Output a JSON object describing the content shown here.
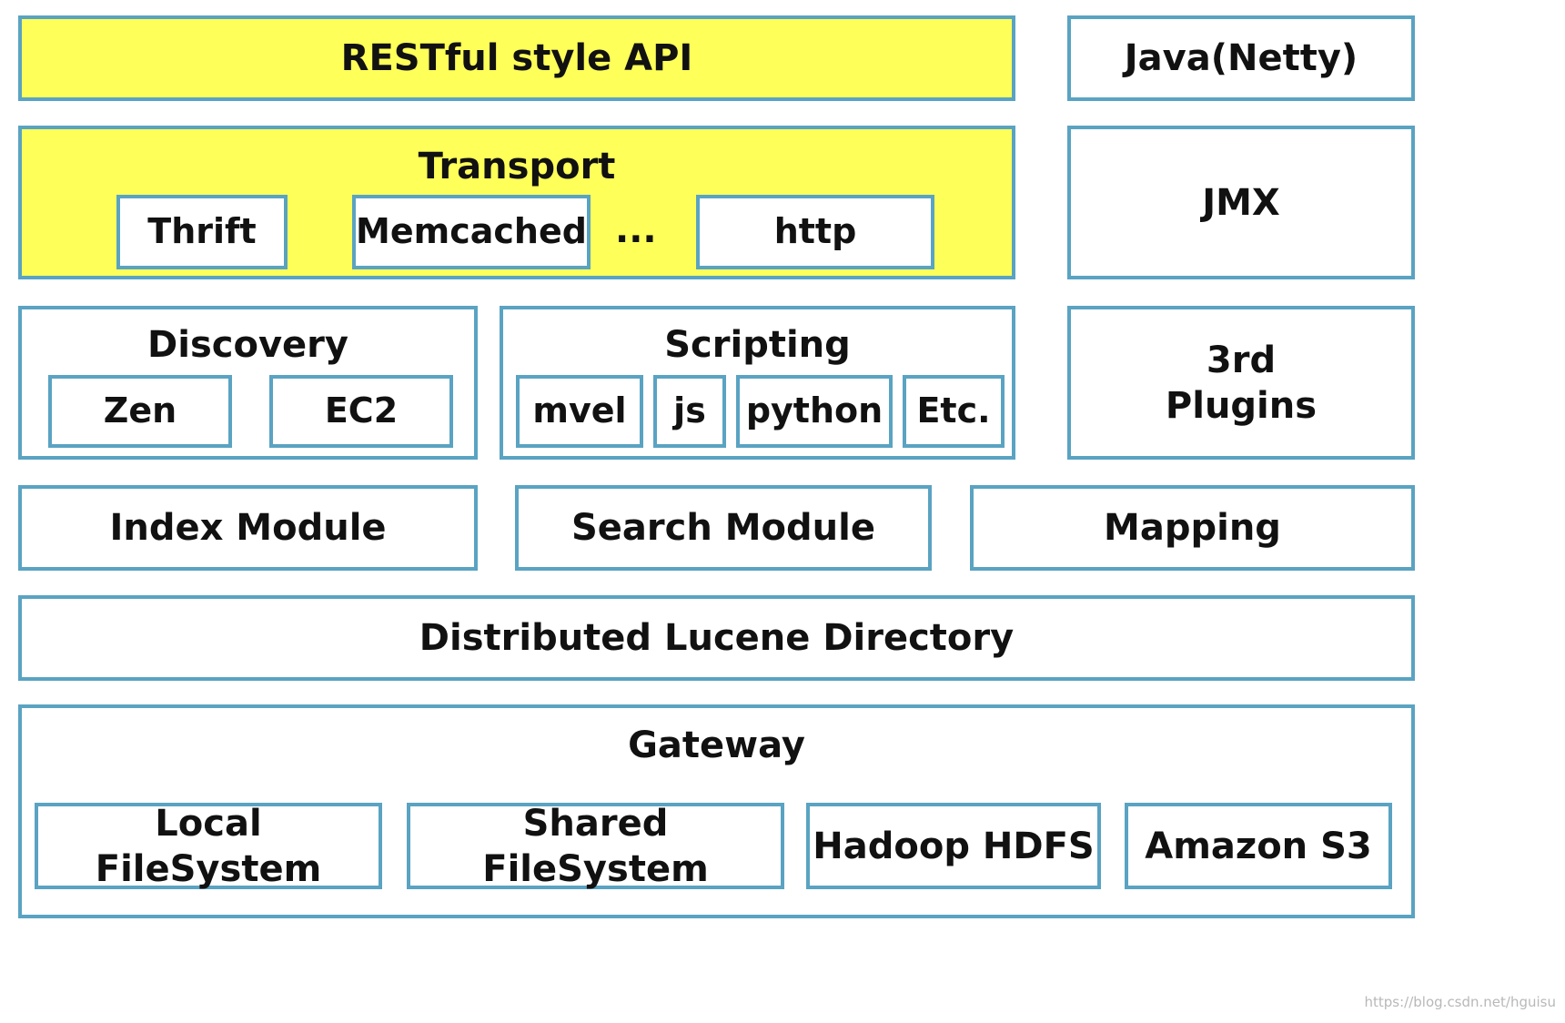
{
  "restful_api": "RESTful style API",
  "java_netty": "Java(Netty)",
  "transport": {
    "title": "Transport",
    "items": [
      "Thrift",
      "Memcached",
      "http"
    ],
    "ellipsis": "..."
  },
  "jmx": "JMX",
  "discovery": {
    "title": "Discovery",
    "items": [
      "Zen",
      "EC2"
    ]
  },
  "scripting": {
    "title": "Scripting",
    "items": [
      "mvel",
      "js",
      "python",
      "Etc."
    ]
  },
  "plugins": {
    "line1": "3rd",
    "line2": "Plugins"
  },
  "index_module": "Index Module",
  "search_module": "Search Module",
  "mapping": "Mapping",
  "lucene_directory": "Distributed Lucene Directory",
  "gateway": {
    "title": "Gateway",
    "items": [
      "Local FileSystem",
      "Shared FileSystem",
      "Hadoop HDFS",
      "Amazon S3"
    ]
  },
  "watermark": "https://blog.csdn.net/hguisu",
  "colors": {
    "border": "#5aa3c2",
    "highlight": "#ffff5a"
  }
}
